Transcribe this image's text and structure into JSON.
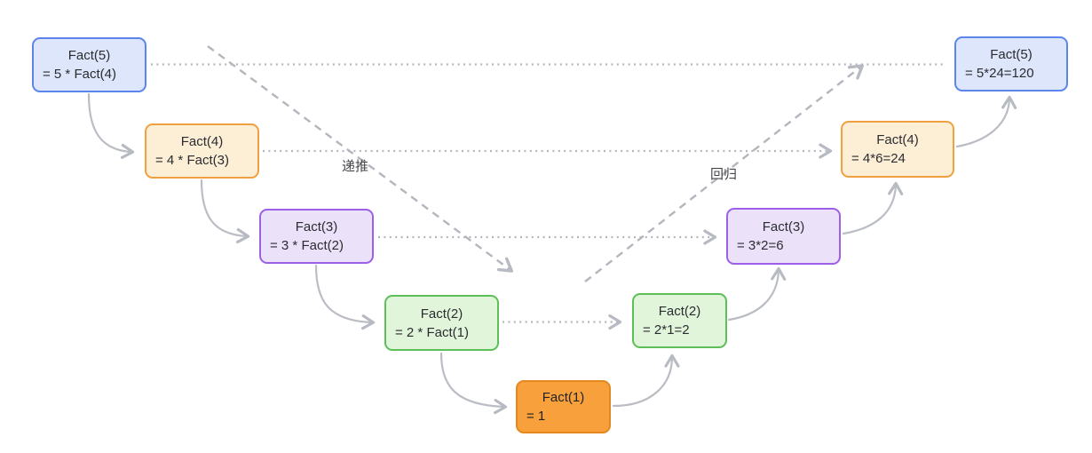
{
  "diagram": {
    "type": "flow",
    "description": "Factorial recursion: descending call chain and ascending return chain",
    "phase_labels": {
      "recurse": "递推",
      "return": "回归"
    },
    "boxes": [
      {
        "name": "call-fact-5",
        "line1": "Fact(5)",
        "line2": "= 5 * Fact(4)",
        "color_role": "blue",
        "border": "#5b85ec",
        "fill": "#dde6fa"
      },
      {
        "name": "call-fact-4",
        "line1": "Fact(4)",
        "line2": "= 4 * Fact(3)",
        "color_role": "orange-light",
        "border": "#f0a040",
        "fill": "#fdeed6"
      },
      {
        "name": "call-fact-3",
        "line1": "Fact(3)",
        "line2": "= 3 * Fact(2)",
        "color_role": "purple",
        "border": "#9d5fe8",
        "fill": "#ebe2f9"
      },
      {
        "name": "call-fact-2",
        "line1": "Fact(2)",
        "line2": "= 2 * Fact(1)",
        "color_role": "green",
        "border": "#5cbf58",
        "fill": "#e0f5da"
      },
      {
        "name": "base-fact-1",
        "line1": "Fact(1)",
        "line2": "= 1",
        "color_role": "orange-solid",
        "border": "#e4891f",
        "fill": "#f7a03c"
      },
      {
        "name": "return-fact-2",
        "line1": "Fact(2)",
        "line2": "= 2*1=2",
        "color_role": "green",
        "border": "#5cbf58",
        "fill": "#e0f5da"
      },
      {
        "name": "return-fact-3",
        "line1": "Fact(3)",
        "line2": "= 3*2=6",
        "color_role": "purple",
        "border": "#9d5fe8",
        "fill": "#ebe2f9"
      },
      {
        "name": "return-fact-4",
        "line1": "Fact(4)",
        "line2": "= 4*6=24",
        "color_role": "orange-light",
        "border": "#f0a040",
        "fill": "#fdeed6"
      },
      {
        "name": "return-fact-5",
        "line1": "Fact(5)",
        "line2": "= 5*24=120",
        "color_role": "blue",
        "border": "#5b85ec",
        "fill": "#dde6fa"
      }
    ],
    "connector_color": "#b7bac2",
    "text_color": "#2b2c31"
  }
}
